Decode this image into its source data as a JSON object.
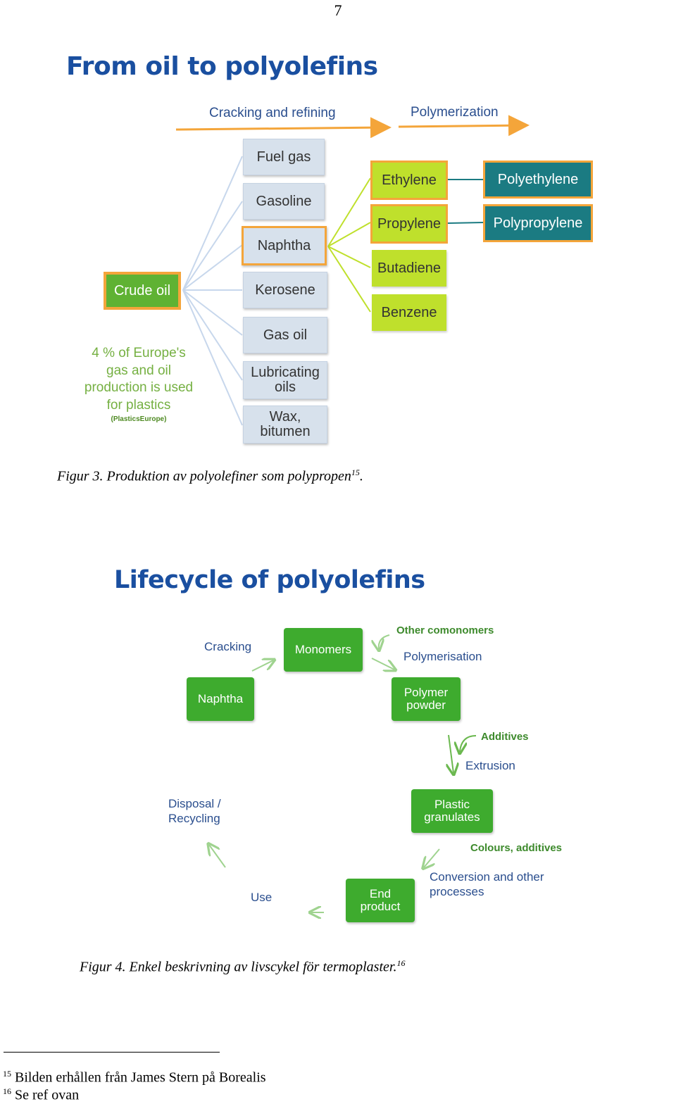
{
  "page_number": "7",
  "figure3": {
    "title": "From oil to polyolefins",
    "stage_cracking": "Cracking and refining",
    "stage_polymerization": "Polymerization",
    "crude_oil": "Crude oil",
    "refinery_products": [
      "Fuel gas",
      "Gasoline",
      "Naphtha",
      "Kerosene",
      "Gas oil",
      "Lubricating oils",
      "Wax, bitumen"
    ],
    "monomers": [
      "Ethylene",
      "Propylene",
      "Butadiene",
      "Benzene"
    ],
    "polymers": [
      "Polyethylene",
      "Polypropylene"
    ],
    "note": "4 % of Europe's gas and oil production is used for plastics",
    "note_source": "(PlasticsEurope)",
    "caption_text": "Figur 3. Produktion av polyolefiner som polypropen",
    "caption_ref": "15",
    "caption_end": "."
  },
  "figure4": {
    "title": "Lifecycle of polyolefins",
    "boxes": {
      "monomers": "Monomers",
      "naphtha": "Naphtha",
      "polymer_powder": "Polymer powder",
      "plastic_granulates": "Plastic granulates",
      "end_product": "End product"
    },
    "labels": {
      "cracking": "Cracking",
      "other_comonomers": "Other comonomers",
      "polymerisation": "Polymerisation",
      "additives": "Additives",
      "extrusion": "Extrusion",
      "colours_additives": "Colours, additives",
      "conversion": "Conversion and other processes",
      "use": "Use",
      "disposal": "Disposal / Recycling"
    },
    "caption_text": "Figur 4. Enkel beskrivning av livscykel för termoplaster.",
    "caption_ref": "16"
  },
  "footnotes": [
    {
      "num": "15",
      "text": "Bilden erhållen från James Stern på Borealis"
    },
    {
      "num": "16",
      "text": "Se ref ovan"
    }
  ],
  "colors": {
    "title_blue": "#1a4fa0",
    "green": "#5fb233",
    "lime": "#bfe02c",
    "teal": "#1b7b82",
    "orange_border": "#f4a53a",
    "grey_box": "#d7e1ec"
  }
}
